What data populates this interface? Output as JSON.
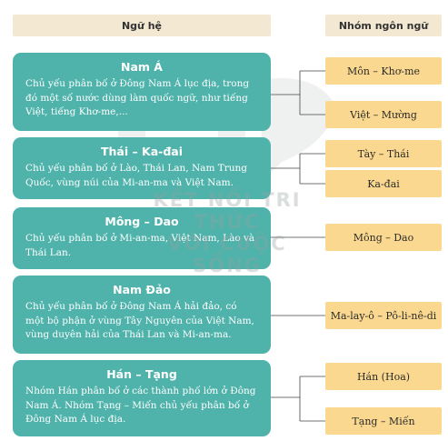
{
  "headers": {
    "family_col": "Ngữ hệ",
    "group_col": "Nhóm ngôn ngữ"
  },
  "families": [
    {
      "name": "Nam Á",
      "desc": "Chủ yếu phân bố ở Đông Nam Á lục địa, trong đó một số nước dùng làm quốc ngữ, như tiếng Việt, tiếng Khơ-me,..."
    },
    {
      "name": "Thái – Ka-đai",
      "desc": "Chủ yếu phân bố ở Lào, Thái Lan, Nam Trung Quốc, vùng núi của Mi-an-ma và Việt Nam."
    },
    {
      "name": "Mông – Dao",
      "desc": "Chủ yếu phân bố ở Mi-an-ma, Việt Nam, Lào và Thái Lan."
    },
    {
      "name": "Nam Đảo",
      "desc": "Chủ yếu phân bố ở Đông Nam Á hải đảo, có một bộ phận ở vùng Tây Nguyên của Việt Nam, vùng duyên hải của Thái Lan và Mi-an-ma."
    },
    {
      "name": "Hán – Tạng",
      "desc": "Nhóm Hán phân bố ở các thành phố lớn ở Đông Nam Á. Nhóm Tạng – Miến chủ yếu phân bố ở Đông Nam Á lục địa."
    }
  ],
  "groups": [
    {
      "label": "Môn – Khơ-me"
    },
    {
      "label": "Việt – Mường"
    },
    {
      "label": "Tày – Thái"
    },
    {
      "label": "Ka-đai"
    },
    {
      "label": "Mông – Dao"
    },
    {
      "label": "Ma-lay-ô – Pô-li-nê-di"
    },
    {
      "label": "Hán (Hoa)"
    },
    {
      "label": "Tạng – Miến"
    }
  ],
  "watermark": {
    "line1": "KẾT NỐI TRI THỨC",
    "line2": "VỚI CUỘC SỐNG"
  },
  "colors": {
    "family_box": "#4fb3ab",
    "group_box": "#fbd88f",
    "header_box": "#f3e9d2",
    "connector": "#444444"
  }
}
